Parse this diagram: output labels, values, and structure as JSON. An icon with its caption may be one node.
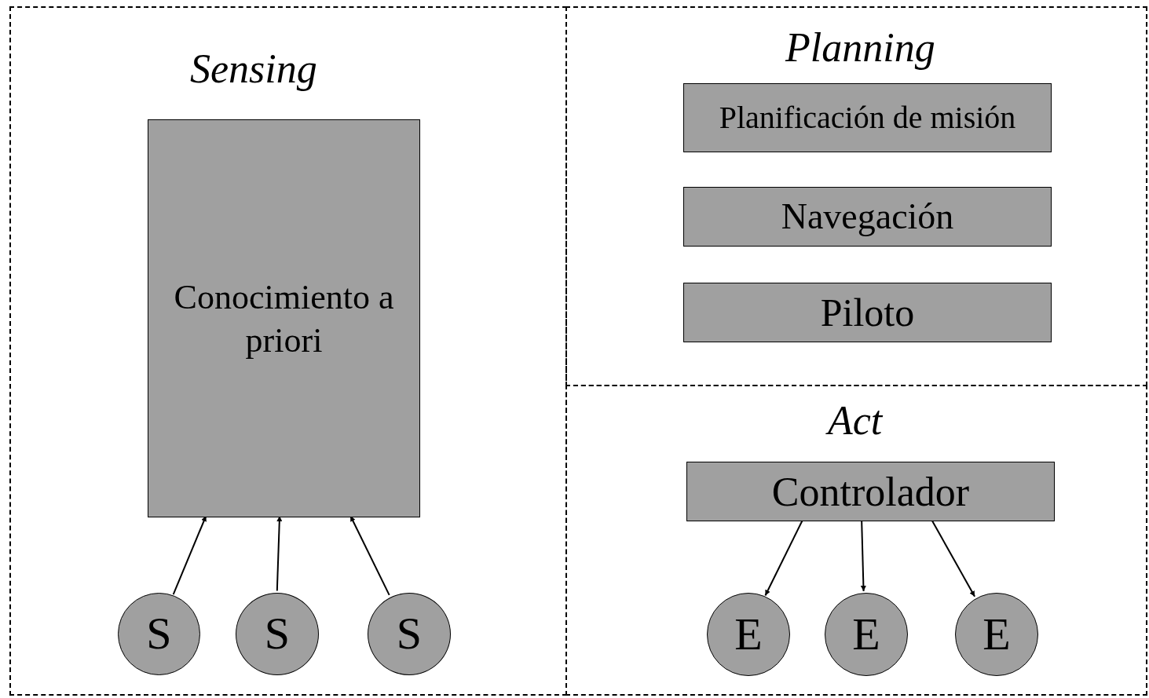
{
  "diagram": {
    "nodes": [
      {
        "text": [
          "Sensing"
        ]
      },
      {
        "text": [
          "Conocimiento a priori"
        ],
        "in": 0
      },
      {
        "text": [
          "S"
        ],
        "in": 0
      },
      {
        "text": [
          "S"
        ],
        "in": 0
      },
      {
        "text": [
          "S"
        ],
        "in": 0
      },
      {
        "text": [
          "Planning"
        ]
      },
      {
        "text": [
          "Planificación de misión"
        ],
        "in": 5
      },
      {
        "text": [
          "Navegación"
        ],
        "in": 5
      },
      {
        "text": [
          "Piloto"
        ],
        "in": 5
      },
      {
        "text": [
          "Act"
        ]
      },
      {
        "text": [
          "Controlador"
        ],
        "in": 9
      },
      {
        "text": [
          "E"
        ],
        "in": 9
      },
      {
        "text": [
          "E"
        ],
        "in": 9
      },
      {
        "text": [
          "E"
        ],
        "in": 9
      }
    ],
    "edges": [
      {
        "from": 2,
        "to": 1,
        "arrow": "to"
      },
      {
        "from": 3,
        "to": 1,
        "arrow": "to"
      },
      {
        "from": 4,
        "to": 1,
        "arrow": "to"
      },
      {
        "from": 10,
        "to": 11,
        "arrow": "to"
      },
      {
        "from": 10,
        "to": 12,
        "arrow": "to"
      },
      {
        "from": 10,
        "to": 13,
        "arrow": "to"
      }
    ]
  }
}
